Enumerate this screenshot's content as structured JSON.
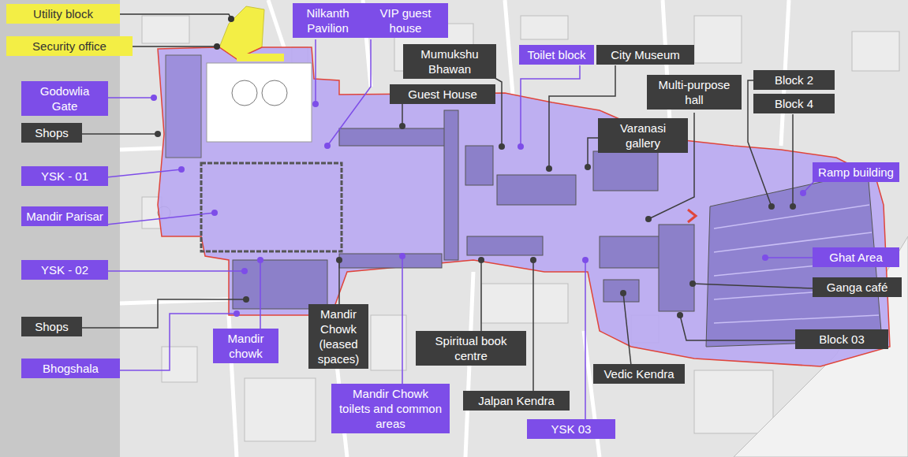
{
  "diagram": {
    "nodes": [
      {
        "text": [
          "Utility block"
        ]
      },
      {
        "text": [
          "Security office"
        ]
      },
      {
        "text": [
          "Nilkanth Pavilion"
        ]
      },
      {
        "text": [
          "VIP guest house"
        ]
      },
      {
        "text": [
          "Mumukshu Bhawan"
        ]
      },
      {
        "text": [
          "Toilet block"
        ]
      },
      {
        "text": [
          "City Museum"
        ]
      },
      {
        "text": [
          "Block 2"
        ]
      },
      {
        "text": [
          "Godowlia Gate"
        ]
      },
      {
        "text": [
          "Guest House"
        ]
      },
      {
        "text": [
          "Multi-purpose hall"
        ]
      },
      {
        "text": [
          "Block 4"
        ]
      },
      {
        "text": [
          "Shops"
        ]
      },
      {
        "text": [
          "Varanasi gallery"
        ]
      },
      {
        "text": [
          "YSK - 01"
        ]
      },
      {
        "text": [
          "Ramp building"
        ]
      },
      {
        "text": [
          "Mandir Parisar"
        ]
      },
      {
        "text": [
          "Ghat Area"
        ]
      },
      {
        "text": [
          "YSK - 02"
        ]
      },
      {
        "text": [
          "Ganga café"
        ]
      },
      {
        "text": [
          "Shops"
        ]
      },
      {
        "text": [
          "Mandir Chowk (leased spaces)"
        ]
      },
      {
        "text": [
          "Mandir chowk"
        ]
      },
      {
        "text": [
          "Block 03"
        ]
      },
      {
        "text": [
          "Spiritual book centre"
        ]
      },
      {
        "text": [
          "Bhogshala"
        ]
      },
      {
        "text": [
          "Vedic Kendra"
        ]
      },
      {
        "text": [
          "Mandir Chowk toilets and common areas"
        ]
      },
      {
        "text": [
          "Jalpan Kendra"
        ]
      },
      {
        "text": [
          "YSK 03"
        ]
      }
    ]
  }
}
